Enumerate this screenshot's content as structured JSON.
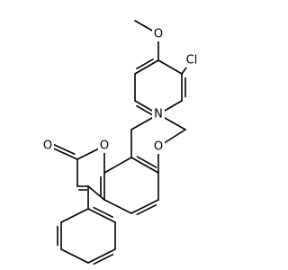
{
  "molecule": {
    "atom_labels": {
      "methoxy_oxygen": "O",
      "chlorine": "Cl",
      "amine_nitrogen": "N",
      "ring_oxygen_oxazine": "O",
      "ring_oxygen_lactone": "O",
      "carbonyl_oxygen": "O"
    },
    "colors": {
      "bond": "#000000",
      "O": "#000000",
      "N": "#000000",
      "Cl": "#000000",
      "background": "#ffffff"
    }
  }
}
